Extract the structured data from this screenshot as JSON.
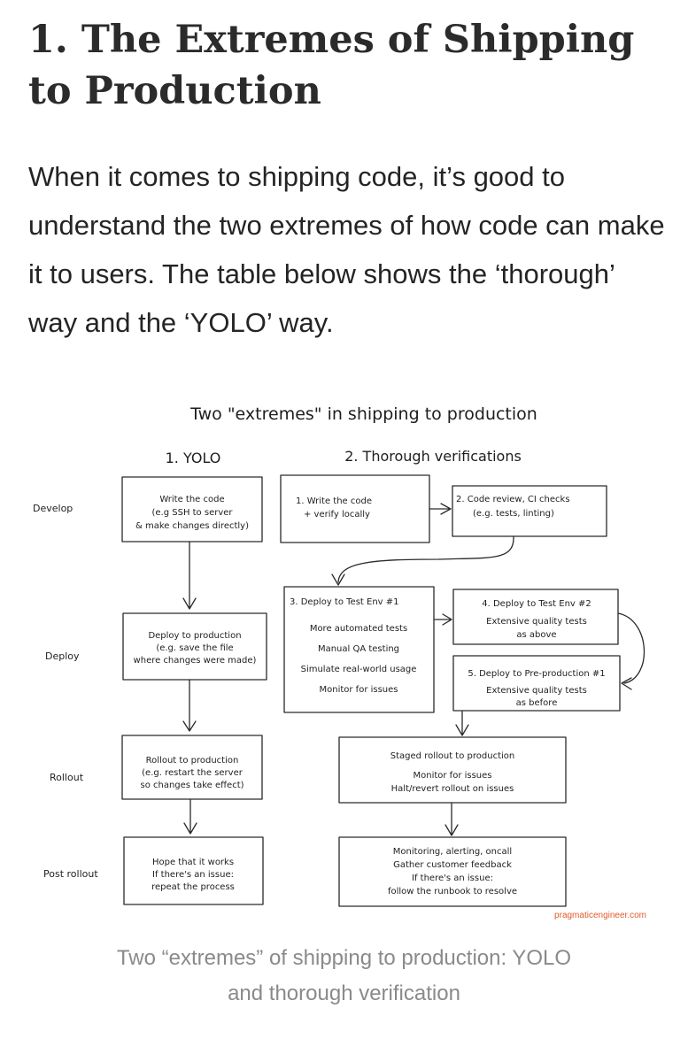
{
  "article": {
    "heading": "1. The Extremes of Shipping to Production",
    "intro": "When it comes to shipping code, it’s good to understand the two extremes of how code can make it to users. The table below shows the ‘thorough’ way and the ‘YOLO’ way.",
    "caption": "Two “extremes” of shipping to production: YOLO and thorough verification"
  },
  "diagram": {
    "title": "Two \"extremes\" in shipping to production",
    "col_yolo": "1. YOLO",
    "col_thorough": "2. Thorough verifications",
    "rows": {
      "develop": "Develop",
      "deploy": "Deploy",
      "rollout": "Rollout",
      "post": "Post rollout"
    },
    "yolo": {
      "develop": [
        "Write the code",
        "(e.g SSH to server",
        "& make changes directly)"
      ],
      "deploy": [
        "Deploy to production",
        "(e.g. save the file",
        "where changes were made)"
      ],
      "rollout": [
        "Rollout to production",
        "(e.g. restart the server",
        "so changes take effect)"
      ],
      "post": [
        "Hope that it works",
        "If there's an issue:",
        "repeat the process"
      ]
    },
    "thorough": {
      "write": [
        "1. Write  the code",
        "+ verify locally"
      ],
      "review": [
        "2. Code review, CI checks",
        "(e.g. tests, linting)"
      ],
      "test1_title": "3. Deploy to Test Env #1",
      "test1_items": [
        "More automated tests",
        "Manual QA testing",
        "Simulate real-world usage",
        "Monitor for issues"
      ],
      "test2": [
        "4. Deploy to Test Env #2",
        "Extensive quality tests",
        "as above"
      ],
      "preprod": [
        "5. Deploy to Pre-production #1",
        "Extensive quality tests",
        "as before"
      ],
      "rollout": [
        "Staged rollout to production",
        "Monitor for issues",
        "Halt/revert rollout on issues"
      ],
      "post": [
        "Monitoring, alerting, oncall",
        "Gather customer feedback",
        "If there's an issue:",
        "follow the runbook to resolve"
      ]
    },
    "credit": "pragmaticengineer.com",
    "credit_color": "#e25a2b"
  }
}
